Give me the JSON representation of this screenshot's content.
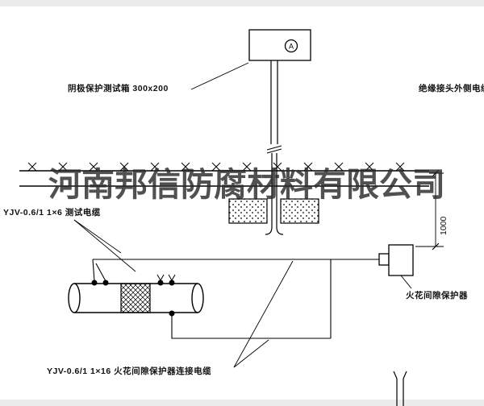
{
  "watermark": {
    "text": "河南邦信防腐材料有限公司"
  },
  "labels": {
    "test_box": "阴极保护测试箱 300x200",
    "insulated_joint_cable": "绝缘接头外侧电缆",
    "test_cable": "YJV-0.6/1 1×6  测试电缆",
    "spark_gap": "火花间隙保护器",
    "connection_cable": "YJV-0.6/1 1×16  火花间隙保护器连接电缆",
    "dimension_1000": "1000",
    "meter": "A"
  },
  "colors": {
    "line": "#000000",
    "background": "#ffffff",
    "watermark": "#2b2b2b"
  }
}
